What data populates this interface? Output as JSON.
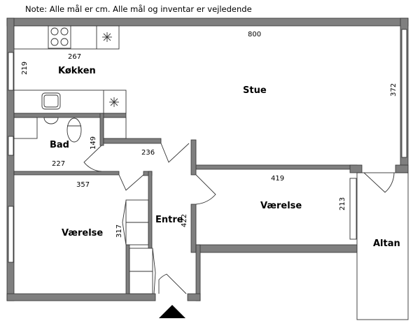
{
  "note": "Note: Alle mål er cm. Alle mål og inventar er vejledende",
  "rooms": {
    "kitchen": {
      "label": "Køkken",
      "width": "267",
      "depth": "219"
    },
    "living": {
      "label": "Stue",
      "width": "800",
      "depth": "372"
    },
    "bath": {
      "label": "Bad",
      "width": "227",
      "depth": "149"
    },
    "hall_upper": {
      "width": "236"
    },
    "bedroom_left": {
      "label": "Værelse",
      "width": "357",
      "depth": "317"
    },
    "entrance": {
      "label": "Entre",
      "depth": "422"
    },
    "bedroom_right": {
      "label": "Værelse",
      "width": "419",
      "depth": "213"
    },
    "balcony": {
      "label": "Altan"
    }
  },
  "colors": {
    "wall": "#7f7f7f",
    "line": "#333333"
  }
}
